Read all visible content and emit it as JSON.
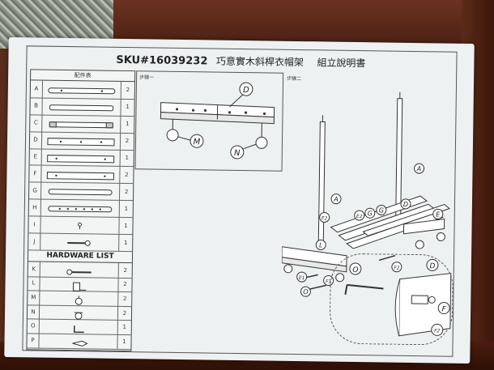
{
  "header": {
    "sku": "SKU#16039232",
    "name_cn": "巧意實木斜桿衣帽架",
    "doc_cn": "組立說明書"
  },
  "parts_table": {
    "header": "配件表",
    "rows": [
      {
        "label": "A",
        "qty": "2"
      },
      {
        "label": "B",
        "qty": "1"
      },
      {
        "label": "C",
        "qty": "1"
      },
      {
        "label": "D",
        "qty": "2"
      },
      {
        "label": "E",
        "qty": "1"
      },
      {
        "label": "F",
        "qty": "2"
      },
      {
        "label": "G",
        "qty": "2"
      },
      {
        "label": "H",
        "qty": "1"
      },
      {
        "label": "I",
        "qty": "1"
      },
      {
        "label": "J",
        "qty": "1"
      }
    ]
  },
  "hardware": {
    "title": "HARDWARE LIST",
    "rows": [
      {
        "label": "K",
        "qty": "2"
      },
      {
        "label": "L",
        "qty": "2"
      },
      {
        "label": "M",
        "qty": "2"
      },
      {
        "label": "N",
        "qty": "2"
      },
      {
        "label": "O",
        "qty": "1"
      },
      {
        "label": "P",
        "qty": "1"
      }
    ]
  },
  "step1": {
    "label": "步驟一",
    "callouts": [
      "D",
      "M",
      "N"
    ]
  },
  "step2": {
    "label": "步驟二",
    "callouts": [
      "A",
      "A",
      "E2",
      "G",
      "G",
      "D",
      "E",
      "F2",
      "F1",
      "L",
      "E1",
      "F1",
      "O",
      "O",
      "O",
      "F2"
    ],
    "detail_callouts": [
      "O",
      "D",
      "F",
      "F2"
    ]
  }
}
